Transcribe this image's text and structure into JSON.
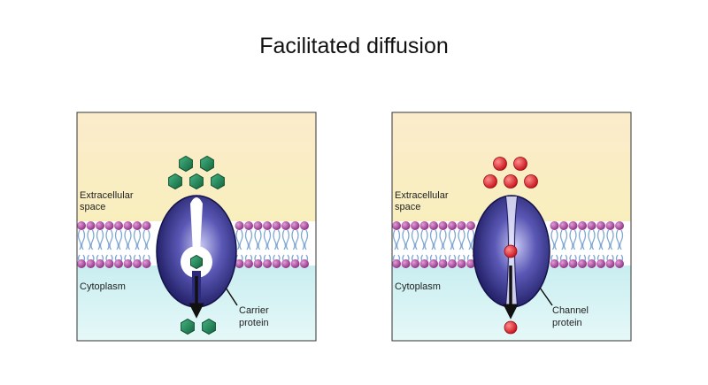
{
  "title": "Facilitated diffusion",
  "panels": [
    {
      "extracellular_label": "Extracellular space",
      "cytoplasm_label": "Cytoplasm",
      "protein_label_line1": "Carrier",
      "protein_label_line2": "protein",
      "molecule": "hexagon"
    },
    {
      "extracellular_label": "Extracellular space",
      "cytoplasm_label": "Cytoplasm",
      "protein_label_line1": "Channel",
      "protein_label_line2": "protein",
      "molecule": "sphere"
    }
  ],
  "colors": {
    "extracellular": "#fbedc6",
    "cytoplasm": "#d3f1f2",
    "lipid_head": "#b24fa6",
    "lipid_tail": "#7fa7d3",
    "protein": "#2c2a7a",
    "hexagon": "#1f7a4e",
    "sphere": "#e3222a"
  }
}
